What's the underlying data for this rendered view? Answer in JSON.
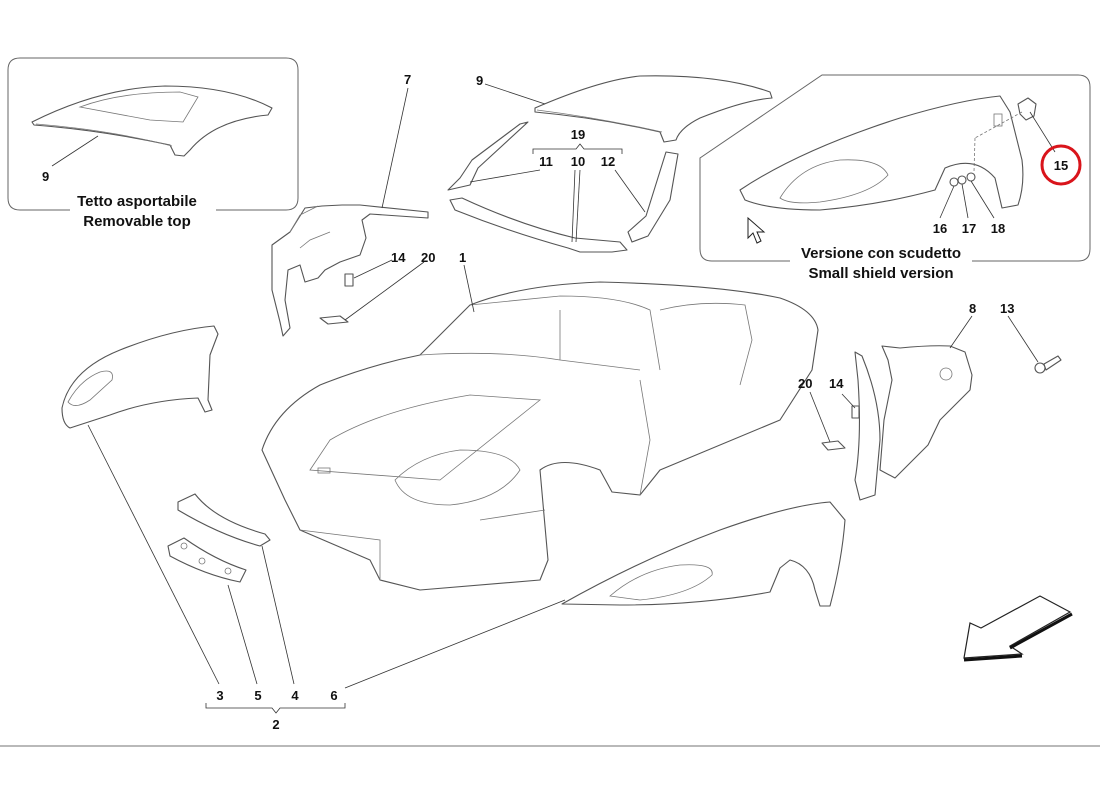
{
  "diagram": {
    "insets": {
      "removable_top": {
        "caption_it": "Tetto asportabile",
        "caption_en": "Removable top",
        "callout": "9"
      },
      "small_shield": {
        "caption_it": "Versione con scudetto",
        "caption_en": "Small shield version",
        "callouts": [
          "15",
          "16",
          "17",
          "18"
        ],
        "highlighted_callout": "15"
      }
    },
    "callouts": {
      "c1": "1",
      "c7": "7",
      "c9": "9",
      "c19": "19",
      "c11": "11",
      "c10": "10",
      "c12": "12",
      "c14_left": "14",
      "c20_left": "20",
      "c8": "8",
      "c13": "13",
      "c20_right": "20",
      "c14_right": "14",
      "c3": "3",
      "c5": "5",
      "c4": "4",
      "c6": "6",
      "c2": "2"
    },
    "highlight_color": "#d9141b",
    "orientation_arrow": "arrow-down-left-icon"
  }
}
